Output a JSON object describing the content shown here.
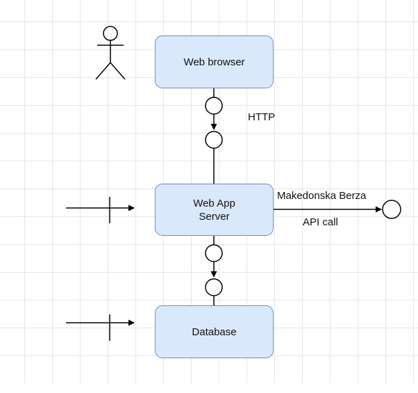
{
  "colors": {
    "node_fill": "#dae8fc",
    "node_stroke": "#6c8ebf",
    "line": "#000000",
    "grid": "#e6e6e6"
  },
  "nodes": {
    "web_browser": "Web browser",
    "web_app_server": "Web App\nServer",
    "database": "Database"
  },
  "labels": {
    "http": "HTTP",
    "makedonska_berza": "Makedonska Berza",
    "api_call": "API call"
  },
  "icons": {
    "actor": "user-stick-figure-icon",
    "interface": "provided-interface-circle-icon",
    "port": "port-arrow-icon"
  }
}
